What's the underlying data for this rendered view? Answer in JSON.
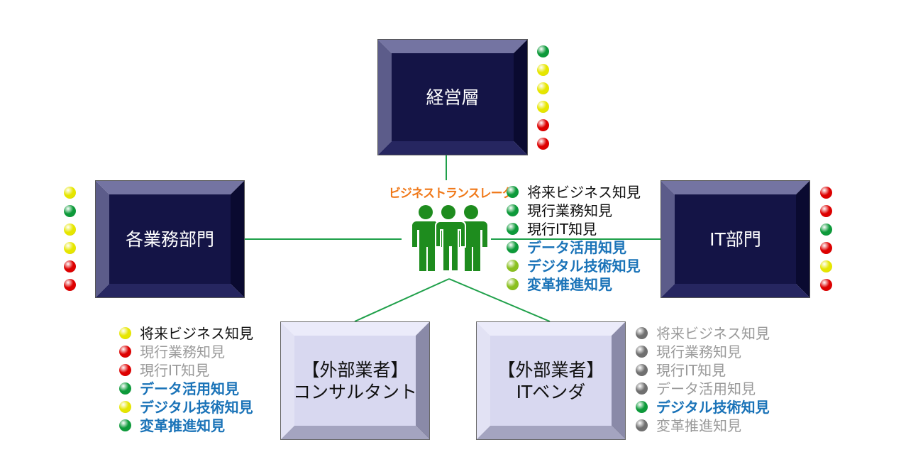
{
  "colors": {
    "line": "#1fa04a",
    "dark_face": "#141446",
    "dark_side": "#6e6e9a",
    "light_face": "#d8d8f0",
    "light_side": "#a8a8c4",
    "people": "#1e8c1e",
    "dot_green": "#0d9a3a",
    "dot_yellow": "#e6e600",
    "dot_red": "#dd0000",
    "dot_gray": "#707070",
    "dot_lime": "#8ac020"
  },
  "nodes": {
    "keiei": {
      "label": "経営層"
    },
    "gyomu": {
      "label": "各業務部門"
    },
    "it": {
      "label": "IT部門"
    },
    "consult": {
      "label": "【外部業者】\nコンサルタント"
    },
    "vendor": {
      "label": "【外部業者】\nITベンダ"
    }
  },
  "business_translator": {
    "title": "ビジネストランスレータ",
    "icon": "three-people-icon"
  },
  "dot_columns": {
    "keiei": [
      "green",
      "yellow",
      "yellow",
      "yellow",
      "red",
      "red"
    ],
    "gyomu": [
      "yellow",
      "green",
      "yellow",
      "yellow",
      "red",
      "red"
    ],
    "it": [
      "red",
      "red",
      "green",
      "red",
      "yellow",
      "red"
    ]
  },
  "lists": {
    "translator": [
      {
        "text": "将来ビジネス知見",
        "dot": "green",
        "style": "normal"
      },
      {
        "text": "現行業務知見",
        "dot": "green",
        "style": "normal"
      },
      {
        "text": "現行IT知見",
        "dot": "green",
        "style": "normal"
      },
      {
        "text": "データ活用知見",
        "dot": "green",
        "style": "bold"
      },
      {
        "text": "デジタル技術知見",
        "dot": "lime",
        "style": "bold"
      },
      {
        "text": "変革推進知見",
        "dot": "lime",
        "style": "bold"
      }
    ],
    "consult": [
      {
        "text": "将来ビジネス知見",
        "dot": "yellow",
        "style": "normal"
      },
      {
        "text": "現行業務知見",
        "dot": "red",
        "style": "gray"
      },
      {
        "text": "現行IT知見",
        "dot": "red",
        "style": "gray"
      },
      {
        "text": "データ活用知見",
        "dot": "green",
        "style": "bold"
      },
      {
        "text": "デジタル技術知見",
        "dot": "yellow",
        "style": "bold"
      },
      {
        "text": "変革推進知見",
        "dot": "green",
        "style": "bold"
      }
    ],
    "vendor": [
      {
        "text": "将来ビジネス知見",
        "dot": "gray",
        "style": "gray"
      },
      {
        "text": "現行業務知見",
        "dot": "gray",
        "style": "gray"
      },
      {
        "text": "現行IT知見",
        "dot": "gray",
        "style": "gray"
      },
      {
        "text": "データ活用知見",
        "dot": "gray",
        "style": "gray"
      },
      {
        "text": "デジタル技術知見",
        "dot": "green",
        "style": "bold"
      },
      {
        "text": "変革推進知見",
        "dot": "gray",
        "style": "gray"
      }
    ]
  }
}
